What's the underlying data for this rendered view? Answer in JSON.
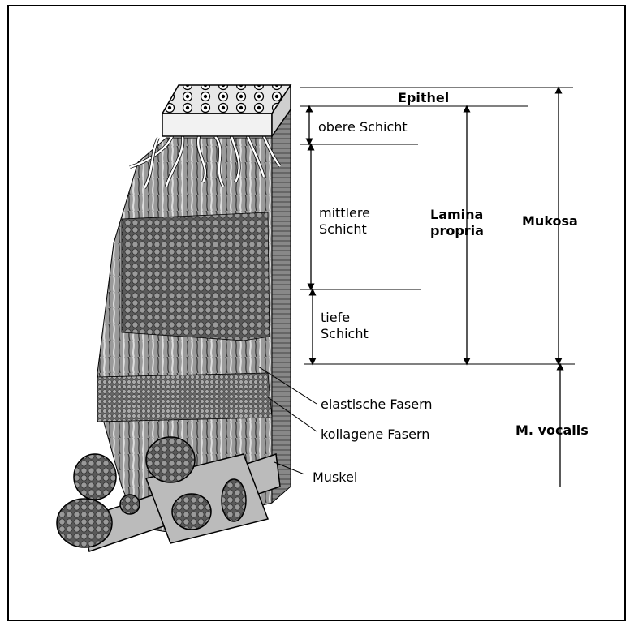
{
  "labels": {
    "epithel": "Epithel",
    "obere_schicht": "obere Schicht",
    "mittlere_schicht_1": "mittlere",
    "mittlere_schicht_2": "Schicht",
    "tiefe_schicht_1": "tiefe",
    "tiefe_schicht_2": "Schicht",
    "lamina_propria_1": "Lamina",
    "lamina_propria_2": "propria",
    "mukosa": "Mukosa",
    "elastische_fasern": "elastische Fasern",
    "kollagene_fasern": "kollagene Fasern",
    "muskel": "Muskel",
    "m_vocalis": "M. vocalis"
  },
  "colors": {
    "ink": "#000000",
    "background": "#ffffff",
    "fiber_light": "#c8c8c8",
    "fiber_mid": "#8c8c8c",
    "fiber_dark": "#4a4a4a"
  }
}
